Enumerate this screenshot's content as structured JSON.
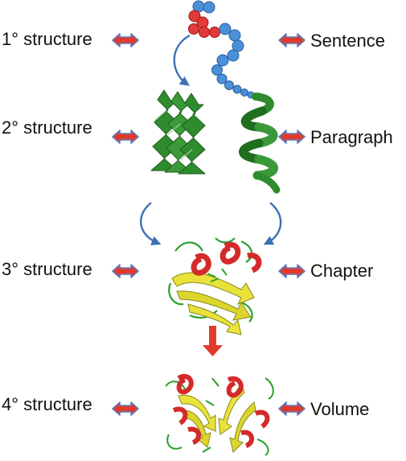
{
  "levels": [
    {
      "structure": "1° structure",
      "analogy": "Sentence"
    },
    {
      "structure": "2° structure",
      "analogy": "Paragraph"
    },
    {
      "structure": "3° structure",
      "analogy": "Chapter"
    },
    {
      "structure": "4° structure",
      "analogy": "Volume"
    }
  ],
  "colors": {
    "double_arrow_fill": "#e03a2e",
    "double_arrow_outline": "#5a7fc0",
    "bead_blue": "#4a90d9",
    "bead_red": "#e23a3a",
    "sheet_green": "#2e8b2e",
    "helix_green": "#3a9a3a",
    "curved_arrow": "#3f6fb5",
    "down_arrow": "#e03a2e",
    "tertiary_sheet": "#e8e23a",
    "tertiary_helix": "#d42a2a",
    "tertiary_loop": "#2aa02a"
  }
}
